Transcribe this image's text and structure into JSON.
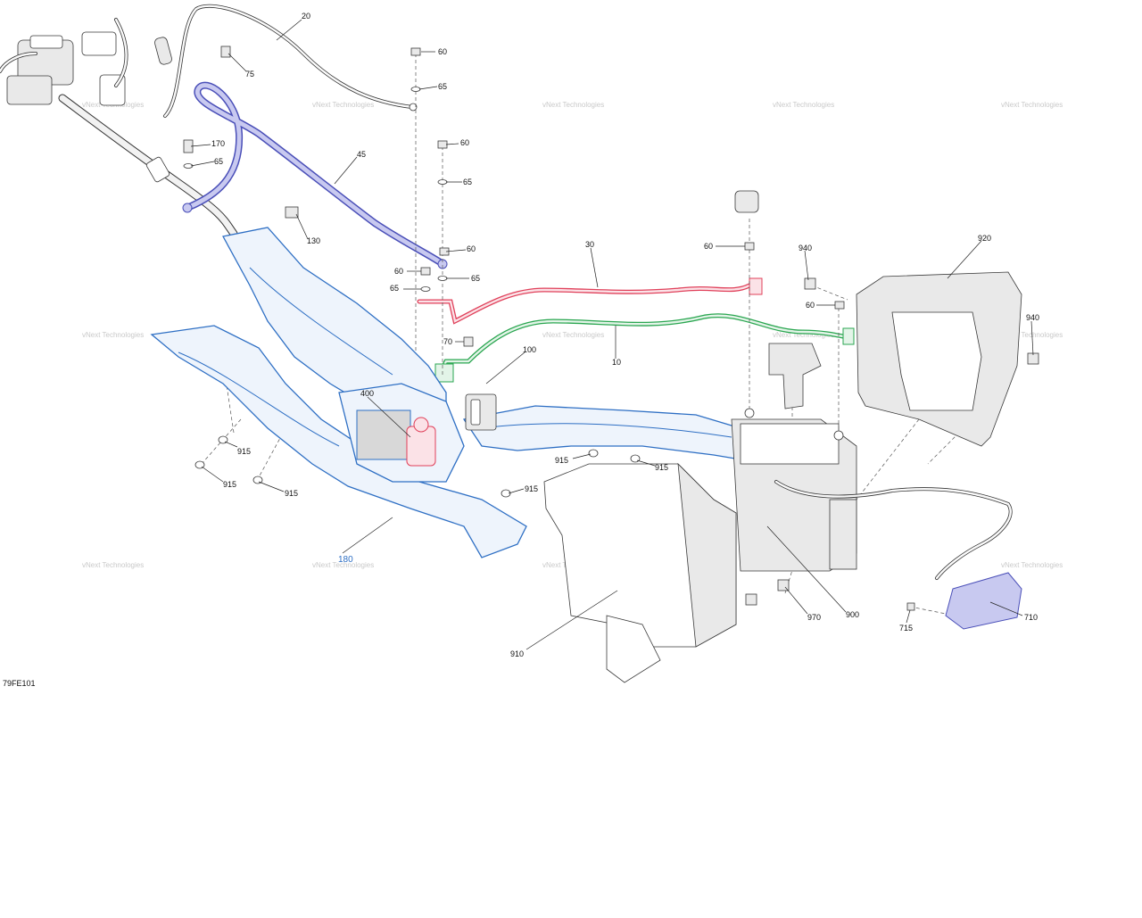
{
  "diagram": {
    "figure_code": "79FE101",
    "watermark_text": "vNext Technologies",
    "colors": {
      "frame": "#2e6fc4",
      "positive_cable": "#e0405a",
      "negative_cable": "#2aa650",
      "ground_cable": "#4a4fb8",
      "battery_sensor": "#4a4fb8"
    },
    "callouts": {
      "c20": "20",
      "c75": "75",
      "c170": "170",
      "c65a": "65",
      "c45": "45",
      "c130": "130",
      "c60a": "60",
      "c65b": "65",
      "c60b": "60",
      "c65c": "65",
      "c60c": "60",
      "c60d": "60",
      "c65d": "65",
      "c65e": "65",
      "c70": "70",
      "c30": "30",
      "c10": "10",
      "c100": "100",
      "c400": "400",
      "c60e": "60",
      "c940a": "940",
      "c60f": "60",
      "c920": "920",
      "c940b": "940",
      "c915a": "915",
      "c915b": "915",
      "c915c": "915",
      "c915d": "915",
      "c915e": "915",
      "c915f": "915",
      "c180": "180",
      "c910": "910",
      "c970": "970",
      "c900": "900",
      "c710": "710",
      "c715": "715"
    }
  }
}
